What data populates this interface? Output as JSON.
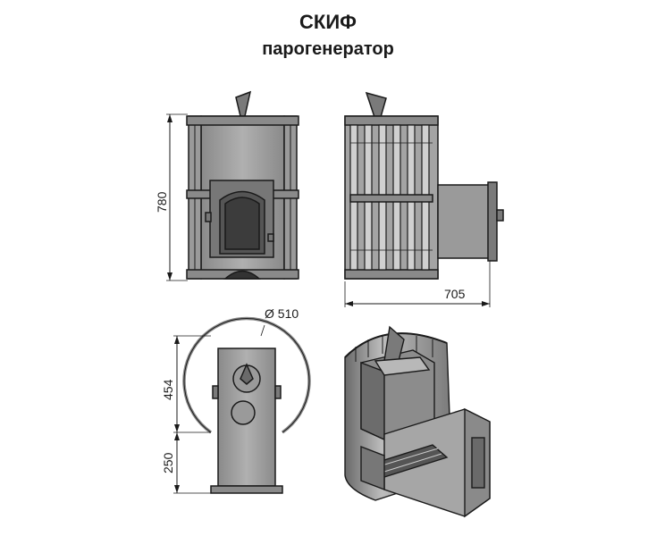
{
  "title": "СКИФ",
  "subtitle": "парогенератор",
  "dimensions": {
    "height": "780",
    "depth": "705",
    "diameter": "Ø 510",
    "grid_height": "454",
    "base_height": "250"
  },
  "colors": {
    "body_fill": "#9a9a9a",
    "dark_fill": "#6e6e6e",
    "light_fill": "#c4c4c4",
    "outline": "#1a1a1a"
  }
}
